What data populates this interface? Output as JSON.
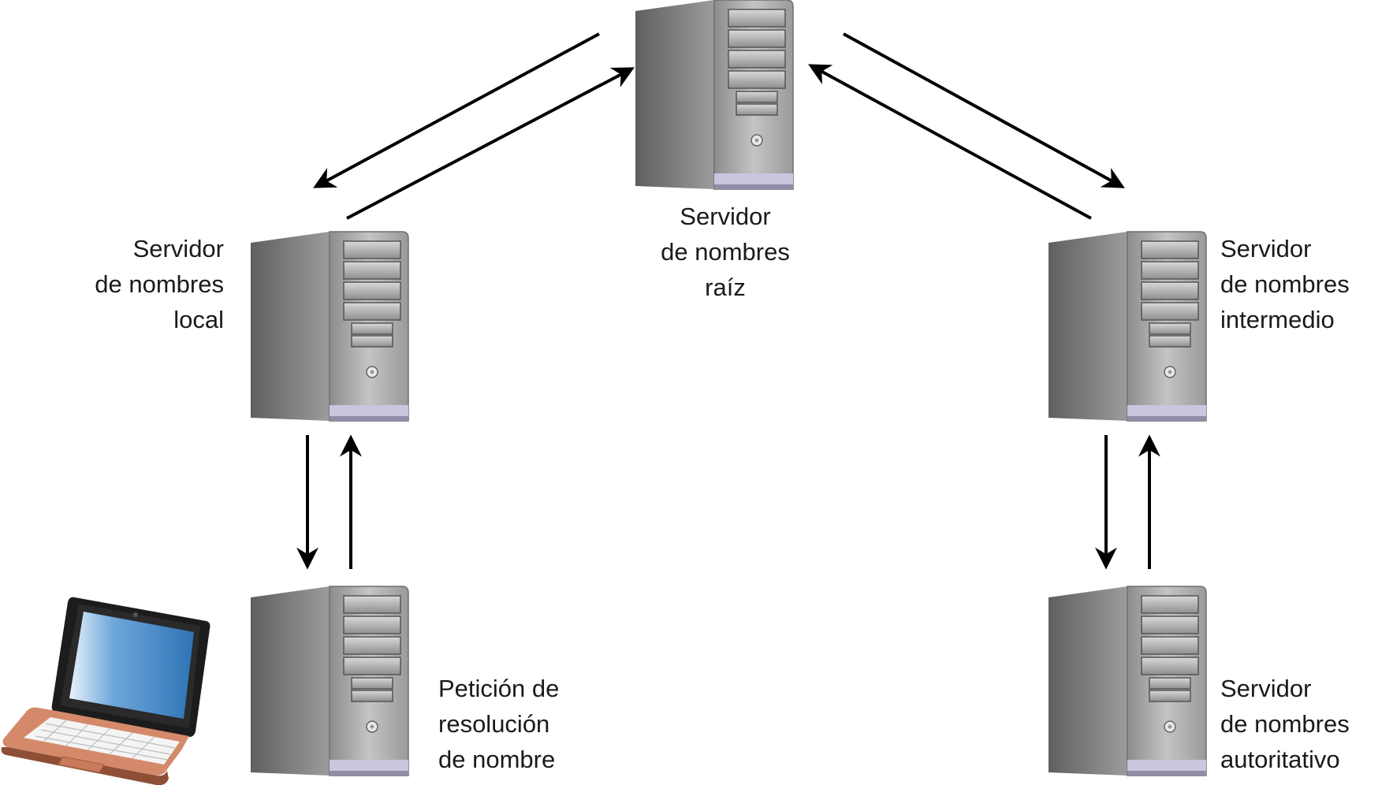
{
  "nodes": {
    "root": {
      "icon": "server-tower-icon",
      "label": [
        "Servidor",
        "de nombres",
        "raíz"
      ]
    },
    "local": {
      "icon": "server-tower-icon",
      "label": [
        "Servidor",
        "de nombres",
        "local"
      ]
    },
    "intermediate": {
      "icon": "server-tower-icon",
      "label": [
        "Servidor",
        "de nombres",
        "intermedio"
      ]
    },
    "request": {
      "icon": "server-tower-icon",
      "label": [
        "Petición de",
        "resolución",
        "de nombre"
      ]
    },
    "authoritative": {
      "icon": "server-tower-icon",
      "label": [
        "Servidor",
        "de nombres",
        "autoritativo"
      ]
    },
    "client": {
      "icon": "laptop-icon"
    }
  },
  "edges": [
    {
      "from": "local",
      "to": "root"
    },
    {
      "from": "root",
      "to": "local"
    },
    {
      "from": "root",
      "to": "intermediate"
    },
    {
      "from": "intermediate",
      "to": "root"
    },
    {
      "from": "local",
      "to": "request"
    },
    {
      "from": "request",
      "to": "local"
    },
    {
      "from": "intermediate",
      "to": "authoritative"
    },
    {
      "from": "authoritative",
      "to": "intermediate"
    }
  ],
  "colors": {
    "server_front": "#b8b8b8",
    "server_side": "#8a8a8a",
    "server_base": "#c9c6de",
    "arrow": "#000000",
    "laptop_body": "#d48a6a",
    "laptop_screen": "#3a7fc0"
  }
}
